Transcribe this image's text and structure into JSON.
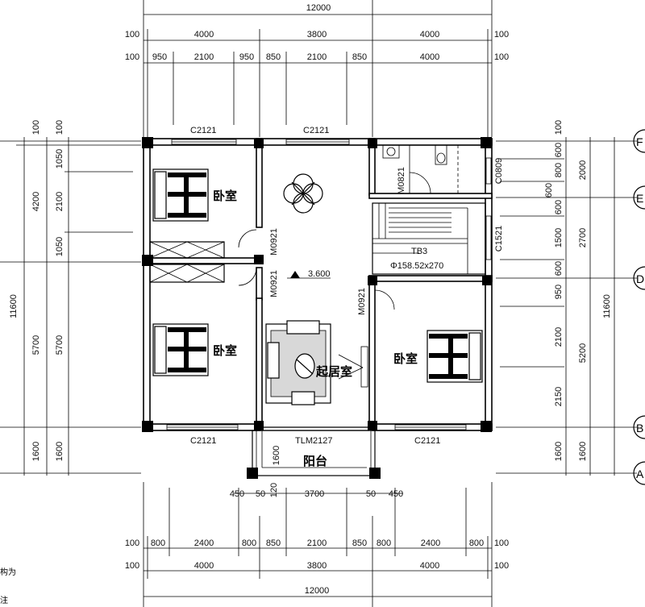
{
  "dimensions": {
    "top_total": "12000",
    "top_row1": [
      "100",
      "4000",
      "3800",
      "4000",
      "100"
    ],
    "top_row2": [
      "100",
      "950",
      "2100",
      "950",
      "850",
      "2100",
      "850",
      "4000",
      "100"
    ],
    "bottom_row1": [
      "100",
      "800",
      "2400",
      "800",
      "850",
      "2100",
      "850",
      "800",
      "2400",
      "800",
      "100"
    ],
    "bottom_row2": [
      "100",
      "4000",
      "3800",
      "4000",
      "100"
    ],
    "bottom_total": "12000",
    "left_outer": [
      "100",
      "4200",
      "5700",
      "1600"
    ],
    "left_total": "11600",
    "left_inner": [
      "100",
      "1050",
      "2100",
      "1050",
      "5700",
      "1600"
    ],
    "right_inner": [
      "100",
      "600",
      "800",
      "600",
      "600",
      "1500",
      "600",
      "950",
      "2100",
      "2150",
      "1600"
    ],
    "right_outer": [
      "2000",
      "2700",
      "5200",
      "1600"
    ],
    "right_total": "11600",
    "balcony": [
      "450",
      "50",
      "120",
      "3700",
      "50",
      "450"
    ],
    "balcony_side": "1600"
  },
  "axis_labels": [
    "F",
    "E",
    "D",
    "B",
    "A"
  ],
  "rooms": {
    "bedroom_nw": "卧室",
    "bedroom_sw": "卧室",
    "bedroom_e": "卧室",
    "living_room": "起居室",
    "balcony": "阳台"
  },
  "openings": {
    "window_north_left": "C2121",
    "window_north_mid": "C2121",
    "window_south_left": "C2121",
    "window_south_right": "C2121",
    "window_east_small": "C0809",
    "window_east_stair": "C1521",
    "door_stair_wc": "M0821",
    "door_bed_nw": "M0921",
    "door_bed_sw": "M0921",
    "door_bed_e": "M0921",
    "sliding_door": "TLM2127"
  },
  "stair": {
    "label_top": "TB3",
    "label_bottom": "Φ158.52x270"
  },
  "elevation": "3.600",
  "notes": [
    "构为",
    "注"
  ]
}
